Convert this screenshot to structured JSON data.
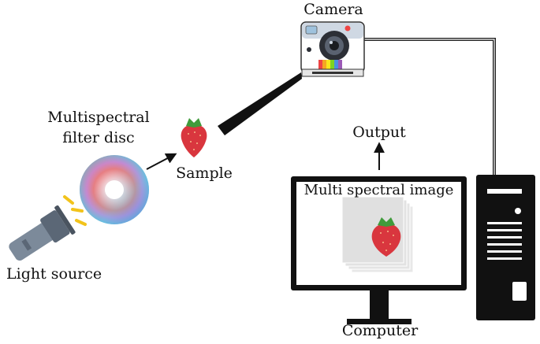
{
  "labels": {
    "camera": "Camera",
    "filter_line1": "Multispectral",
    "filter_line2": "filter disc",
    "sample": "Sample",
    "output": "Output",
    "screen_title": "Multi spectral image",
    "light_source": "Light source",
    "computer": "Computer"
  },
  "icons": {
    "camera": "camera-icon",
    "filter": "filter-disc-icon",
    "strawberry": "strawberry-icon",
    "flashlight": "flashlight-icon",
    "monitor": "monitor-icon",
    "tower": "computer-tower-icon"
  },
  "colors": {
    "line": "#111111",
    "strawberry": "#d9363e",
    "leaf": "#3f9b3b",
    "flashlight": "#7c8a9a",
    "light_rays": "#f2c31b",
    "image_stack": "#e0e0e0"
  }
}
